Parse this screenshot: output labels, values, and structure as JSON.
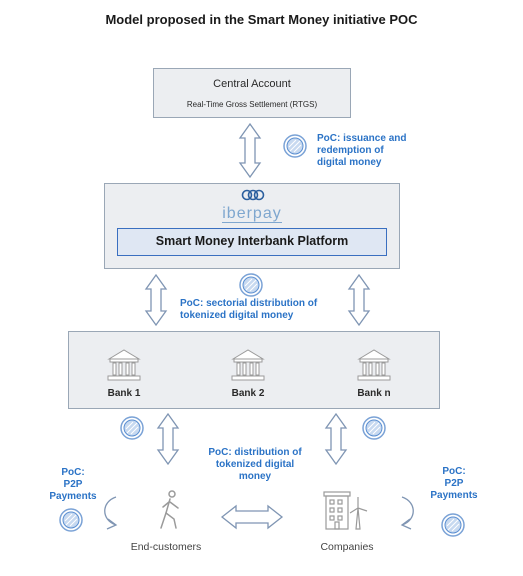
{
  "title": "Model proposed in the Smart Money initiative POC",
  "central": {
    "name": "Central Account",
    "subtitle": "Real-Time Gross Settlement (RTGS)"
  },
  "iberpay": {
    "logo_text": "iberpay",
    "platform": "Smart Money Interbank Platform"
  },
  "poc_labels": {
    "issuance": [
      "PoC: issuance and",
      "redemption of",
      "digital money"
    ],
    "sectorial": [
      "PoC: sectorial distribution of",
      "tokenized digital money"
    ],
    "distribution": [
      "PoC: distribution of",
      "tokenized digital",
      "money"
    ],
    "p2p_left": [
      "PoC:",
      "P2P",
      "Payments"
    ],
    "p2p_right": [
      "PoC:",
      "P2P",
      "Payments"
    ]
  },
  "banks": [
    "Bank 1",
    "Bank 2",
    "Bank n"
  ],
  "end_customers": "End-customers",
  "companies": "Companies",
  "colors": {
    "accent": "#2b73c6",
    "box_fill": "#eceef1",
    "box_border": "#9aa7b6",
    "platform_border": "#3a6fc0"
  }
}
